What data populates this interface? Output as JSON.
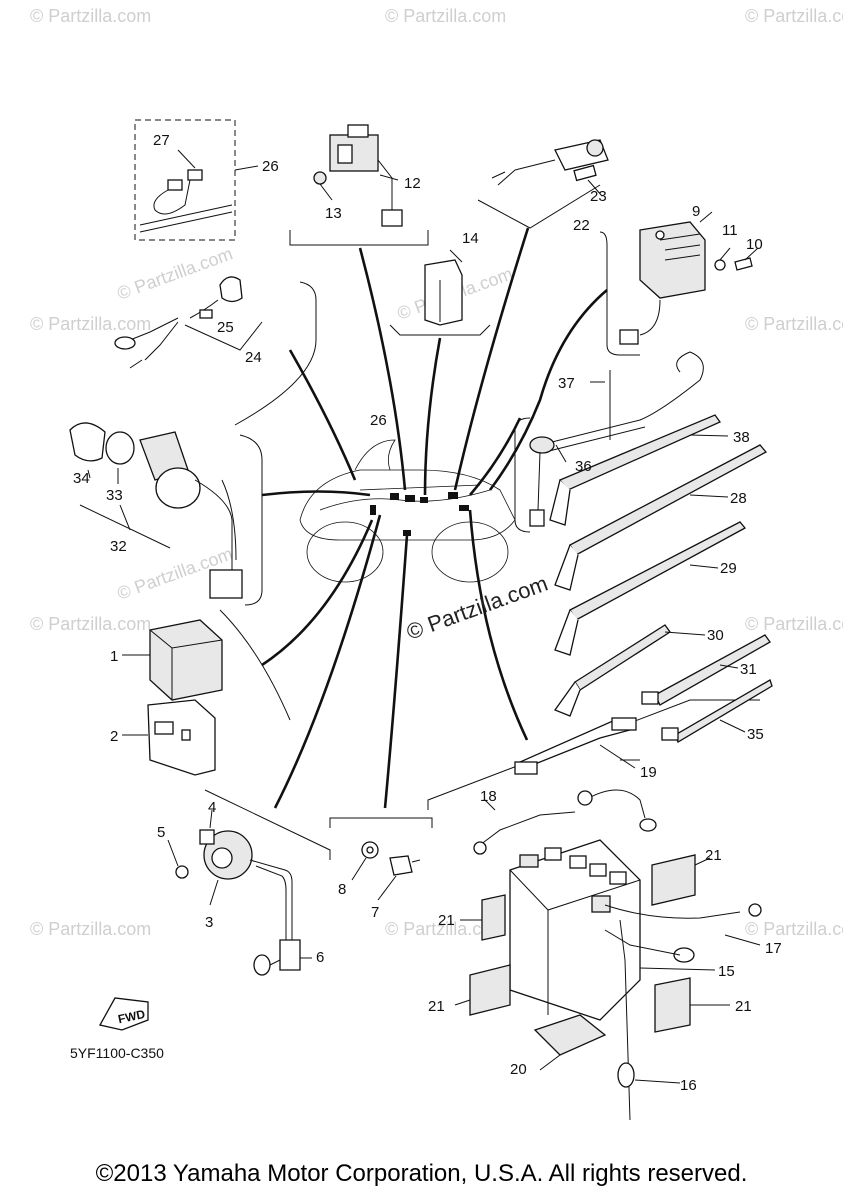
{
  "watermark": {
    "text": "© Partzilla.com",
    "center_text": "© Partzilla.com"
  },
  "diagram_code": "5YF1100-C350",
  "fwd_label": "FWD",
  "copyright": "©2013 Yamaha Motor Corporation, U.S.A. All rights reserved.",
  "callouts": {
    "c1": "1",
    "c2": "2",
    "c3": "3",
    "c4": "4",
    "c5": "5",
    "c6": "6",
    "c7": "7",
    "c8": "8",
    "c9": "9",
    "c10": "10",
    "c11": "11",
    "c12": "12",
    "c13": "13",
    "c14": "14",
    "c15": "15",
    "c16": "16",
    "c17": "17",
    "c18": "18",
    "c19": "19",
    "c20": "20",
    "c21a": "21",
    "c21b": "21",
    "c21c": "21",
    "c21d": "21",
    "c22": "22",
    "c23": "23",
    "c24": "24",
    "c25": "25",
    "c26a": "26",
    "c26b": "26",
    "c27": "27",
    "c28": "28",
    "c29": "29",
    "c30": "30",
    "c31": "31",
    "c32": "32",
    "c33": "33",
    "c34": "34",
    "c35": "35",
    "c36": "36",
    "c37": "37",
    "c38": "38"
  }
}
